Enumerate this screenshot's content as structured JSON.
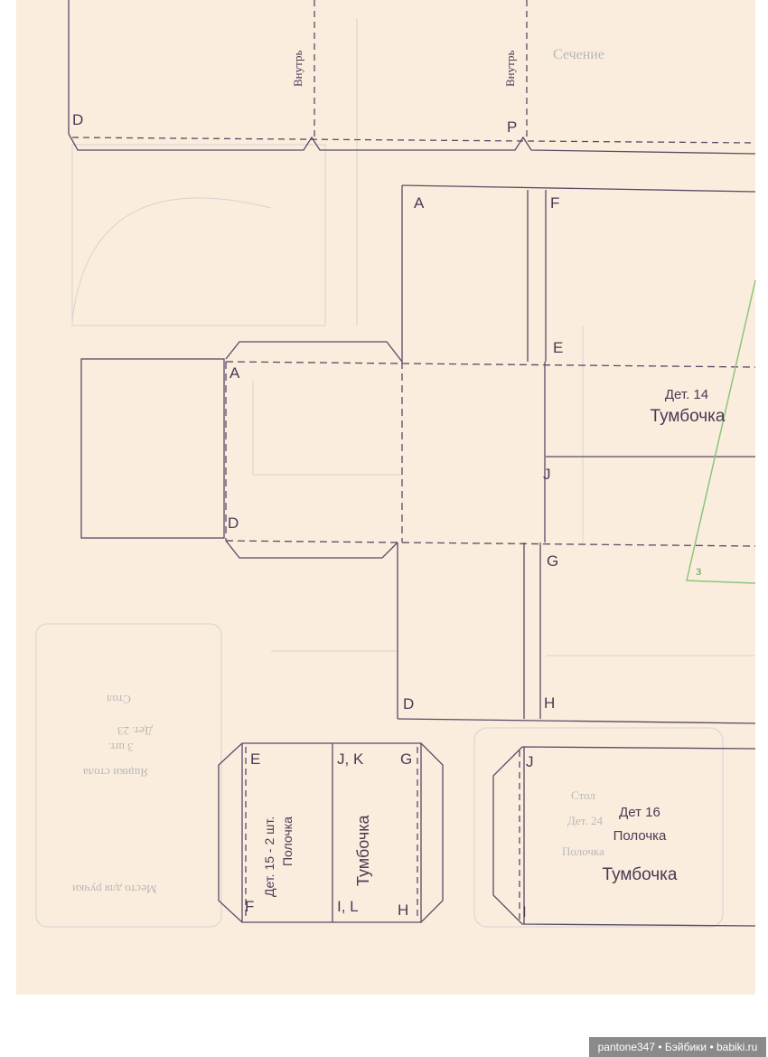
{
  "colors": {
    "paper": "#fbeddd",
    "ink": "#5a4a66",
    "green_line": "#8cc57a",
    "ghost": "#c8c6c8",
    "watermark_bg": "#8a8a8a"
  },
  "top_part": {
    "fold_label_left": "Внутрь",
    "fold_label_right": "Внутрь",
    "corner_d": "D",
    "corner_p": "P"
  },
  "part14": {
    "number": "Дет. 14",
    "name": "Тумбочка",
    "labels": {
      "a_main": "A",
      "f": "F",
      "e": "E",
      "j": "J",
      "g": "G",
      "h": "H",
      "d_main": "D",
      "a_side": "A",
      "d_side": "D"
    }
  },
  "part15": {
    "number_line": "Дет. 15 - 2 шт.",
    "type": "Полочка",
    "name": "Тумбочка",
    "labels": {
      "e": "E",
      "jk": "J, K",
      "g": "G",
      "f": "F",
      "il": "I, L",
      "h": "H"
    }
  },
  "part16": {
    "number": "Дет 16",
    "type": "Полочка",
    "name": "Тумбочка",
    "labels": {
      "j": "J",
      "i": "I"
    }
  },
  "ghost_text": {
    "stol_left": "Стол",
    "det23": "Дет. 23",
    "sht": "3 шт.",
    "yashchik": "Ящики стола",
    "mesto": "Место для ручки",
    "stol_right": "Стол",
    "det24": "Дет. 24",
    "polochka": "Полочка",
    "seven": "Сечение"
  },
  "green_label": "з",
  "watermark": "pantone347 • Бэйбики • babiki.ru"
}
